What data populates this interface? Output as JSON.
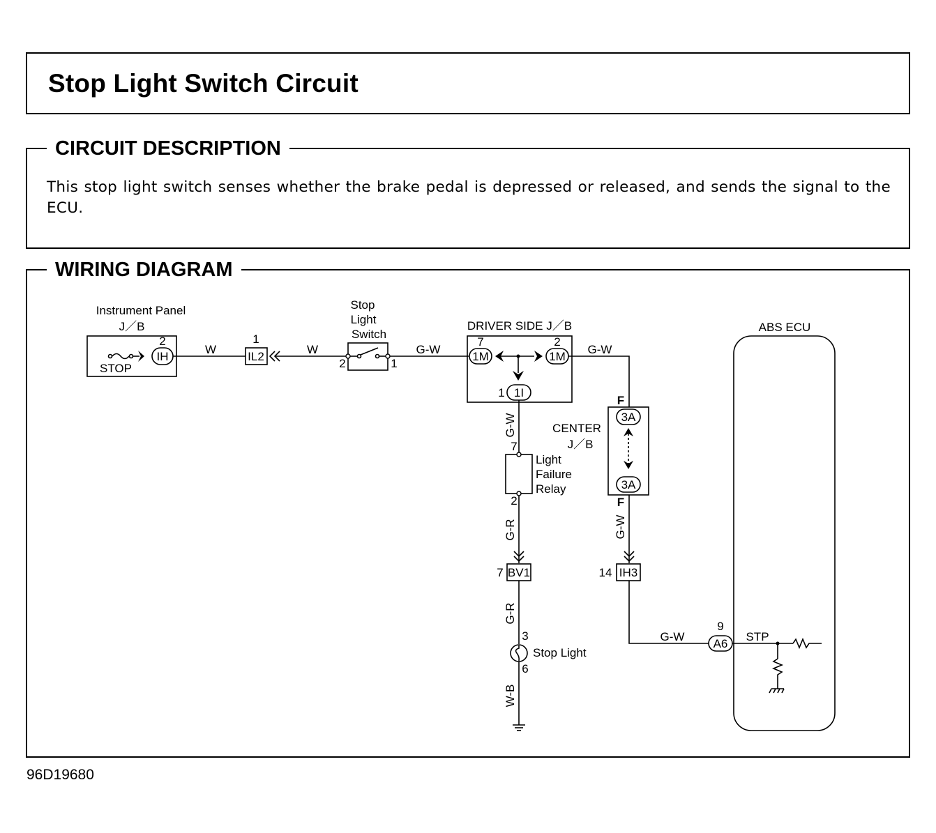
{
  "title": "Stop Light Switch Circuit",
  "circuit_description": {
    "heading": "CIRCUIT DESCRIPTION",
    "text": "This stop light switch senses whether the brake pedal is depressed or released, and sends the signal to the ECU."
  },
  "wiring_diagram": {
    "heading": "WIRING DIAGRAM",
    "instrument_panel_jb": {
      "label_line1": "Instrument Panel",
      "label_line2": "J／B",
      "fuse": "STOP",
      "connector": "IH",
      "pin": "2"
    },
    "wire_w1": "W",
    "wire_w2": "W",
    "connector_il2": {
      "name": "IL2",
      "pin": "1"
    },
    "stop_light_switch": {
      "label_line1": "Stop",
      "label_line2": "Light",
      "label_line3": "Switch",
      "pin_left": "2",
      "pin_right": "1"
    },
    "wire_gw_switch": "G-W",
    "driver_side_jb": {
      "label": "DRIVER SIDE J／B",
      "left_connector": "1M",
      "left_pin": "7",
      "right_connector": "1M",
      "right_pin": "2",
      "bottom_connector": "1I",
      "bottom_pin": "1"
    },
    "wire_gw_right": "G-W",
    "center_jb": {
      "label_line1": "CENTER",
      "label_line2": "J／B",
      "top_connector": "3A",
      "top_pin": "F",
      "bottom_connector": "3A",
      "bottom_pin": "F"
    },
    "wire_gw_center": "G-W",
    "connector_ih3": {
      "name": "IH3",
      "pin": "14"
    },
    "wire_gw_ecu": "G-W",
    "wire_gw_relay": "G-W",
    "light_failure_relay": {
      "label_line1": "Light",
      "label_line2": "Failure",
      "label_line3": "Relay",
      "pin_top": "7",
      "pin_bottom": "2"
    },
    "wire_gr1": "G-R",
    "connector_bv1": {
      "name": "BV1",
      "pin": "7"
    },
    "wire_gr2": "G-R",
    "stop_light": {
      "label": "Stop Light",
      "pin_top": "3",
      "pin_bottom": "6"
    },
    "wire_wb": "W-B",
    "abs_ecu": {
      "label": "ABS ECU",
      "connector": "A6",
      "pin": "9",
      "terminal": "STP"
    }
  },
  "figure_id": "96D19680"
}
